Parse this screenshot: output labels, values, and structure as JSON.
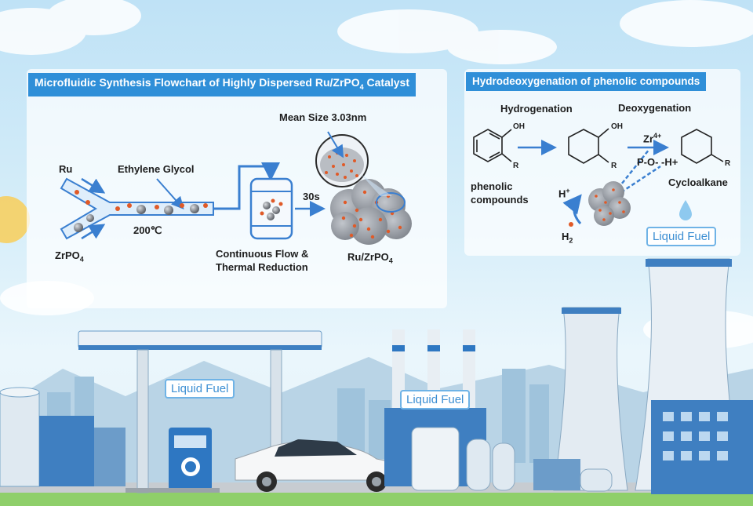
{
  "left_panel": {
    "title_pre": "Microfluidic Synthesis Flowchart of Highly Dispersed Ru/ZrPO",
    "title_sub": "4",
    "title_post": " Catalyst",
    "ru": "Ru",
    "ethylene_glycol": "Ethylene Glycol",
    "zrpo_pre": "ZrPO",
    "zrpo_sub": "4",
    "temperature": "200℃",
    "flow_line1": "Continuous Flow &",
    "flow_line2": "Thermal Reduction",
    "time": "30s",
    "mean_size": "Mean Size  3.03nm",
    "product_pre": "Ru/ZrPO",
    "product_sub": "4"
  },
  "right_panel": {
    "title": "Hydrodeoxygenation of phenolic compounds",
    "hydrogenation": "Hydrogenation",
    "deoxygenation": "Deoxygenation",
    "oh1": "OH",
    "oh2": "OH",
    "r1": "R",
    "r2": "R",
    "r3": "R",
    "phenolic_line1": "phenolic",
    "phenolic_line2": "compounds",
    "zr_base": "Zr",
    "zr_sup": "4+",
    "p_o": "P-O- -H+",
    "h_plus": "H",
    "h_plus_sup": "+",
    "h2_base": "H",
    "h2_sub": "2",
    "cycloalkane": "Cycloalkane",
    "liquid_fuel": "Liquid Fuel"
  },
  "scene": {
    "station_sign": "Liquid Fuel",
    "factory_sign": "Liquid Fuel"
  },
  "colors": {
    "panel_title_bg": "#2f8fd8",
    "accent_blue": "#3a7fd0",
    "particle_orange": "#e05a28",
    "cluster_gray": "#8a8f96"
  }
}
